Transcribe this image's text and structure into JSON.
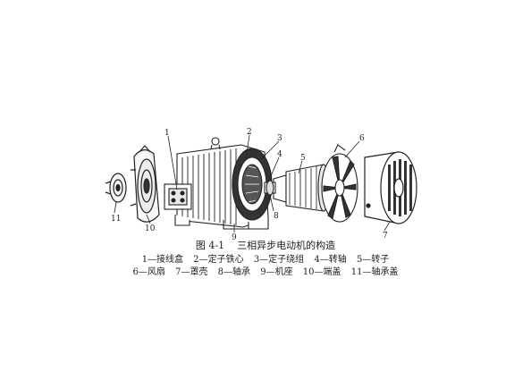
{
  "figure": {
    "number": "图 4-1",
    "title": "三相异步电动机的构造",
    "callouts": [
      "1",
      "2",
      "3",
      "4",
      "5",
      "6",
      "7",
      "8",
      "9",
      "10",
      "11"
    ],
    "legend_row1": [
      "1—接线盒",
      "2—定子铁心",
      "3—定子绕组",
      "4—转轴",
      "5—转子"
    ],
    "legend_row2": [
      "6—风扇",
      "7—罩壳",
      "8—轴承",
      "9—机座",
      "10—端盖",
      "11—轴承盖"
    ]
  }
}
